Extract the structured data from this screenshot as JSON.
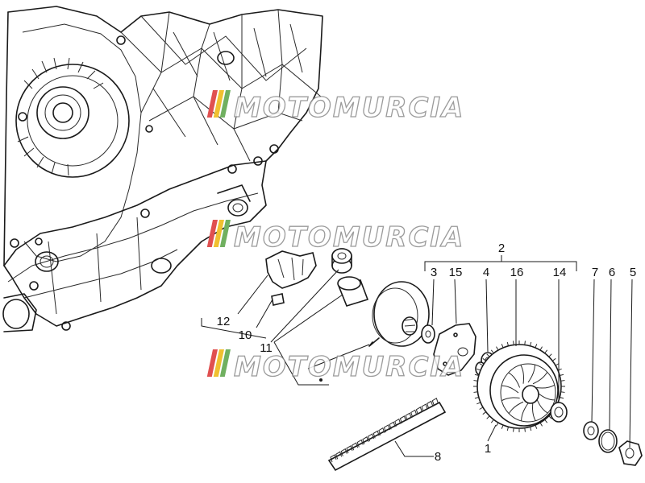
{
  "diagram": {
    "watermark_text": "MOTOMURCIA",
    "group_label": "2",
    "labels": {
      "p1": "1",
      "p2": "2",
      "p3": "3",
      "p4": "4",
      "p5": "5",
      "p6": "6",
      "p7": "7",
      "p8": "8",
      "p10": "10",
      "p11": "11",
      "p12": "12",
      "p14": "14",
      "p15": "15",
      "p16": "16"
    },
    "colors": {
      "line": "#1a1a1a",
      "watermark_outline": "#8a8a8a",
      "watermark_stripe_red": "#e05050",
      "watermark_stripe_yellow": "#f0c030",
      "watermark_stripe_green": "#70b060"
    }
  }
}
